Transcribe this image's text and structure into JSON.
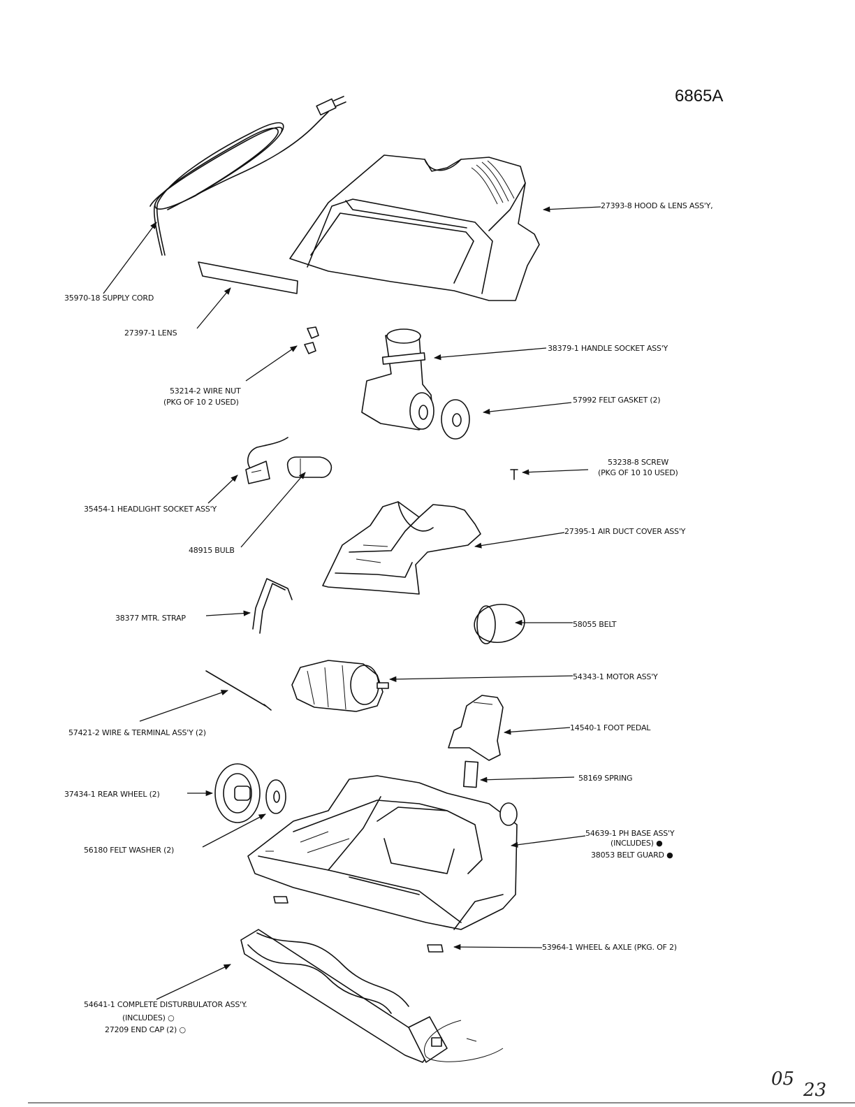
{
  "model_number": "6865A",
  "page_mark": {
    "left": "05",
    "right": "23"
  },
  "parts": {
    "supply_cord": "35970-18 SUPPLY CORD",
    "hood": "27393-8 HOOD & LENS ASS'Y,",
    "lens": "27397-1 LENS",
    "handle_socket": "38379-1 HANDLE SOCKET ASS'Y",
    "wire_nut_1": "53214-2 WIRE NUT",
    "wire_nut_2": "(PKG OF 10 2 USED)",
    "felt_gasket": "57992 FELT GASKET (2)",
    "screw_1": "53238-8 SCREW",
    "screw_2": "(PKG OF 10 10 USED)",
    "headlight_socket": "35454-1 HEADLIGHT SOCKET ASS'Y",
    "bulb": "48915 BULB",
    "air_duct": "27395-1 AIR DUCT COVER ASS'Y",
    "motor_strap": "38377 MTR. STRAP",
    "belt": "58055 BELT",
    "motor": "54343-1 MOTOR ASS'Y",
    "wire_terminal": "57421-2 WIRE & TERMINAL ASS'Y (2)",
    "foot_pedal": "14540-1 FOOT PEDAL",
    "spring": "58169 SPRING",
    "rear_wheel": "37434-1 REAR WHEEL (2)",
    "base_1": "54639-1 PH BASE ASS'Y",
    "base_2": "(INCLUDES) ●",
    "base_3": "38053 BELT GUARD ●",
    "felt_washer": "56180 FELT WASHER (2)",
    "wheel_axle": "53964-1 WHEEL & AXLE (PKG. OF 2)",
    "disturbulator_1": "54641-1 COMPLETE DISTURBULATOR ASS'Y.",
    "disturbulator_2": "(INCLUDES) ○",
    "disturbulator_3": "27209 END CAP (2) ○"
  }
}
